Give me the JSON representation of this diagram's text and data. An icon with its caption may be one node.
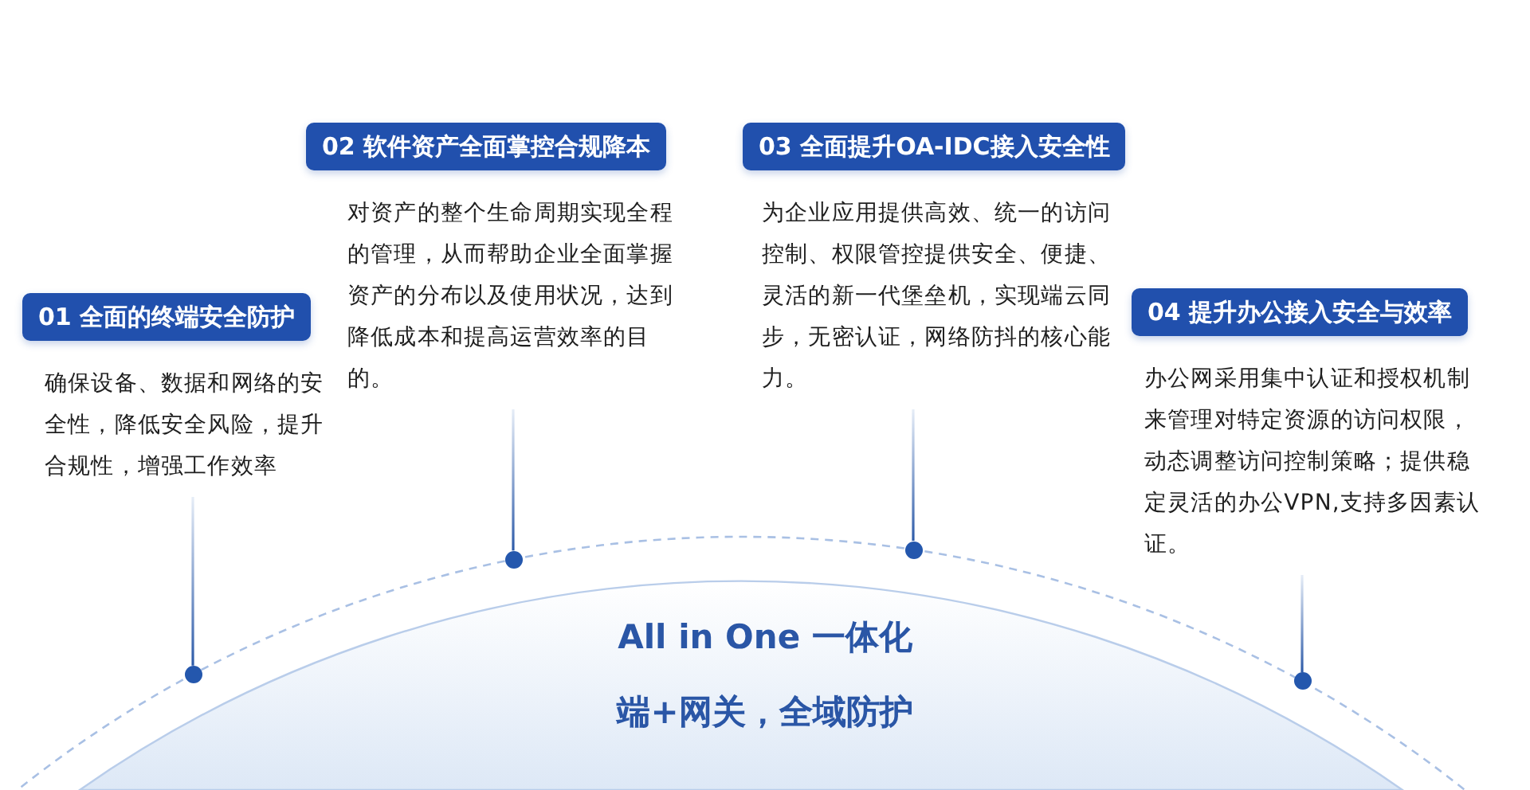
{
  "diagram": {
    "nodes": [
      {
        "text": [
          "01  全面的终端安全防护",
          "确保设备、数据和网络的安全性，降低安全风险，提升合规性，增强工作效率"
        ]
      },
      {
        "text": [
          "02 软件资产全面掌控合规降本",
          "对资产的整个生命周期实现全程的管理，从而帮助企业全面掌握资产的分布以及使用状况，达到降低成本和提高运营效率的目的。"
        ]
      },
      {
        "text": [
          "03 全面提升OA-IDC接入安全性",
          "为企业应用提供高效、统一的访问控制、权限管控提供安全、便捷、灵活的新一代堡垒机，实现端云同步，无密认证，网络防抖的核心能力。"
        ]
      },
      {
        "text": [
          "04  提升办公接入安全与效率",
          "办公网采用集中认证和授权机制来管理对特定资源的访问权限，动态调整访问控制策略；提供稳定灵活的办公VPN,支持多因素认证。"
        ]
      },
      {
        "text": [],
        "shape": "circle"
      },
      {
        "text": [],
        "shape": "circle"
      },
      {
        "text": [],
        "shape": "circle"
      },
      {
        "text": [],
        "shape": "circle"
      },
      {
        "text": [
          "All in One 一体化",
          "端+网关，全域防护"
        ]
      }
    ],
    "edges": [
      {
        "from": 0,
        "to": 4,
        "arrow": "none"
      },
      {
        "from": 1,
        "to": 5,
        "arrow": "none"
      },
      {
        "from": 2,
        "to": 6,
        "arrow": "none"
      },
      {
        "from": 3,
        "to": 7,
        "arrow": "none"
      }
    ]
  }
}
